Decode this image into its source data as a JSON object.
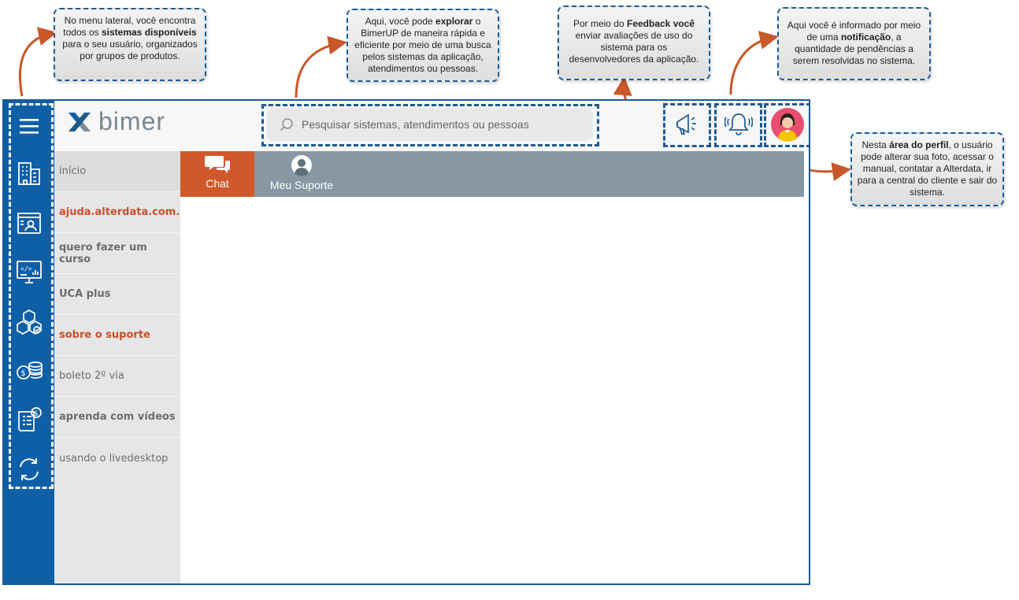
{
  "callouts": {
    "menu": {
      "pre": "No menu lateral, você encontra todos os ",
      "bold": "sistemas disponíveis",
      "post": " para o seu usuário, organizados por grupos de produtos."
    },
    "search": {
      "pre": "Aqui, você pode ",
      "bold": "explorar",
      "post": " o BimerUP de maneira rápida e eficiente por meio de uma busca pelos sistemas da aplicação, atendimentos ou pessoas."
    },
    "feedback": {
      "pre": "Por meio do ",
      "bold": "Feedback você",
      "post": " enviar avaliações de uso do sistema para os desenvolvedores da aplicação."
    },
    "notification": {
      "pre": "Aqui você é informado por meio de uma ",
      "bold": "notificação",
      "post": ", a quantidade de pendências a serem resolvidas no sistema."
    },
    "profile": {
      "pre": "Nesta ",
      "bold": "área do perfil",
      "post": ", o usuário pode alterar sua foto, acessar o manual, contatar a Alterdata, ir para a central do cliente e sair do sistema."
    }
  },
  "header": {
    "logo_text": "bimer",
    "search_placeholder": "Pesquisar sistemas, atendimentos ou pessoas"
  },
  "rail": {
    "icons": [
      "menu-icon",
      "building-icon",
      "user-card-icon",
      "monitor-code-icon",
      "boxes-icon",
      "coins-icon",
      "invoice-icon",
      "sync-icon"
    ]
  },
  "subnav": {
    "items": [
      {
        "label": "início",
        "style": "plain"
      },
      {
        "label": "ajuda.alterdata.com.br",
        "style": "orange"
      },
      {
        "label": "quero fazer um curso",
        "style": "bold"
      },
      {
        "label": "UCA plus",
        "style": "bold"
      },
      {
        "label": "sobre o suporte",
        "style": "orange"
      },
      {
        "label": "boleto 2º via",
        "style": "plain"
      },
      {
        "label": "aprenda com vídeos",
        "style": "bold"
      },
      {
        "label": "usando o livedesktop",
        "style": "plain"
      }
    ]
  },
  "tabs": [
    {
      "label": "Chat",
      "active": true
    },
    {
      "label": "Meu Suporte",
      "active": false
    }
  ],
  "colors": {
    "rail": "#0f5fa6",
    "accent": "#d0582b",
    "tabsbar": "#8797a3",
    "dash": "#1d5a93"
  }
}
